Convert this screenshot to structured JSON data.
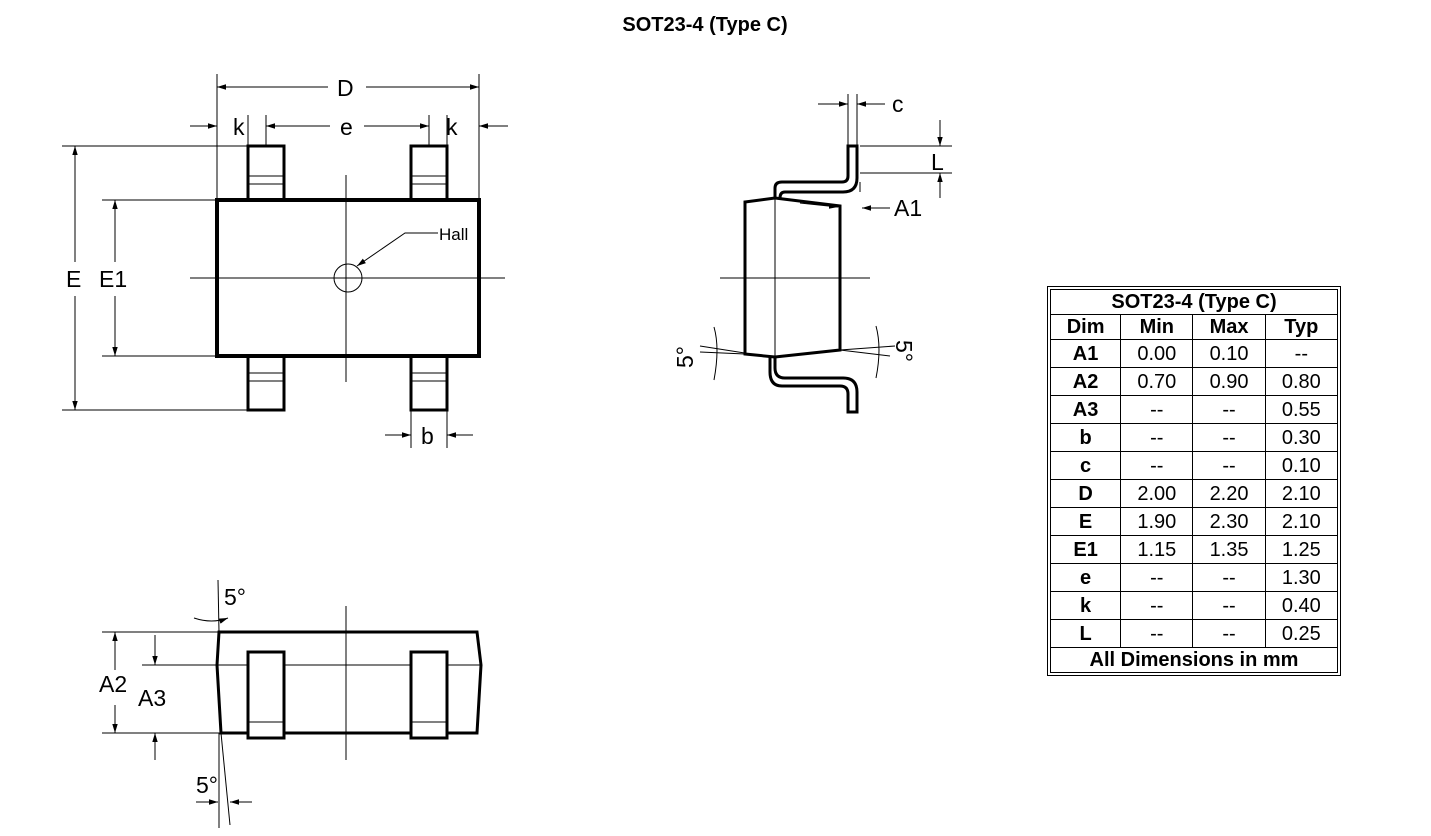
{
  "title": "SOT23-4 (Type C)",
  "top_view": {
    "labels": {
      "D": "D",
      "k_left": "k",
      "e": "e",
      "k_right": "k",
      "E": "E",
      "E1": "E1",
      "hall": "Hall",
      "b": "b"
    }
  },
  "side_view": {
    "labels": {
      "c": "c",
      "L": "L",
      "A1": "A1",
      "angle_left": "5°",
      "angle_right": "5°"
    }
  },
  "front_view": {
    "labels": {
      "angle_top": "5°",
      "A2": "A2",
      "A3": "A3",
      "angle_bottom": "5°"
    }
  },
  "table": {
    "title": "SOT23-4 (Type C)",
    "headers": [
      "Dim",
      "Min",
      "Max",
      "Typ"
    ],
    "rows": [
      [
        "A1",
        "0.00",
        "0.10",
        "--"
      ],
      [
        "A2",
        "0.70",
        "0.90",
        "0.80"
      ],
      [
        "A3",
        "--",
        "--",
        "0.55"
      ],
      [
        "b",
        "--",
        "--",
        "0.30"
      ],
      [
        "c",
        "--",
        "--",
        "0.10"
      ],
      [
        "D",
        "2.00",
        "2.20",
        "2.10"
      ],
      [
        "E",
        "1.90",
        "2.30",
        "2.10"
      ],
      [
        "E1",
        "1.15",
        "1.35",
        "1.25"
      ],
      [
        "e",
        "--",
        "--",
        "1.30"
      ],
      [
        "k",
        "--",
        "--",
        "0.40"
      ],
      [
        "L",
        "--",
        "--",
        "0.25"
      ]
    ],
    "footer": "All Dimensions in mm"
  }
}
